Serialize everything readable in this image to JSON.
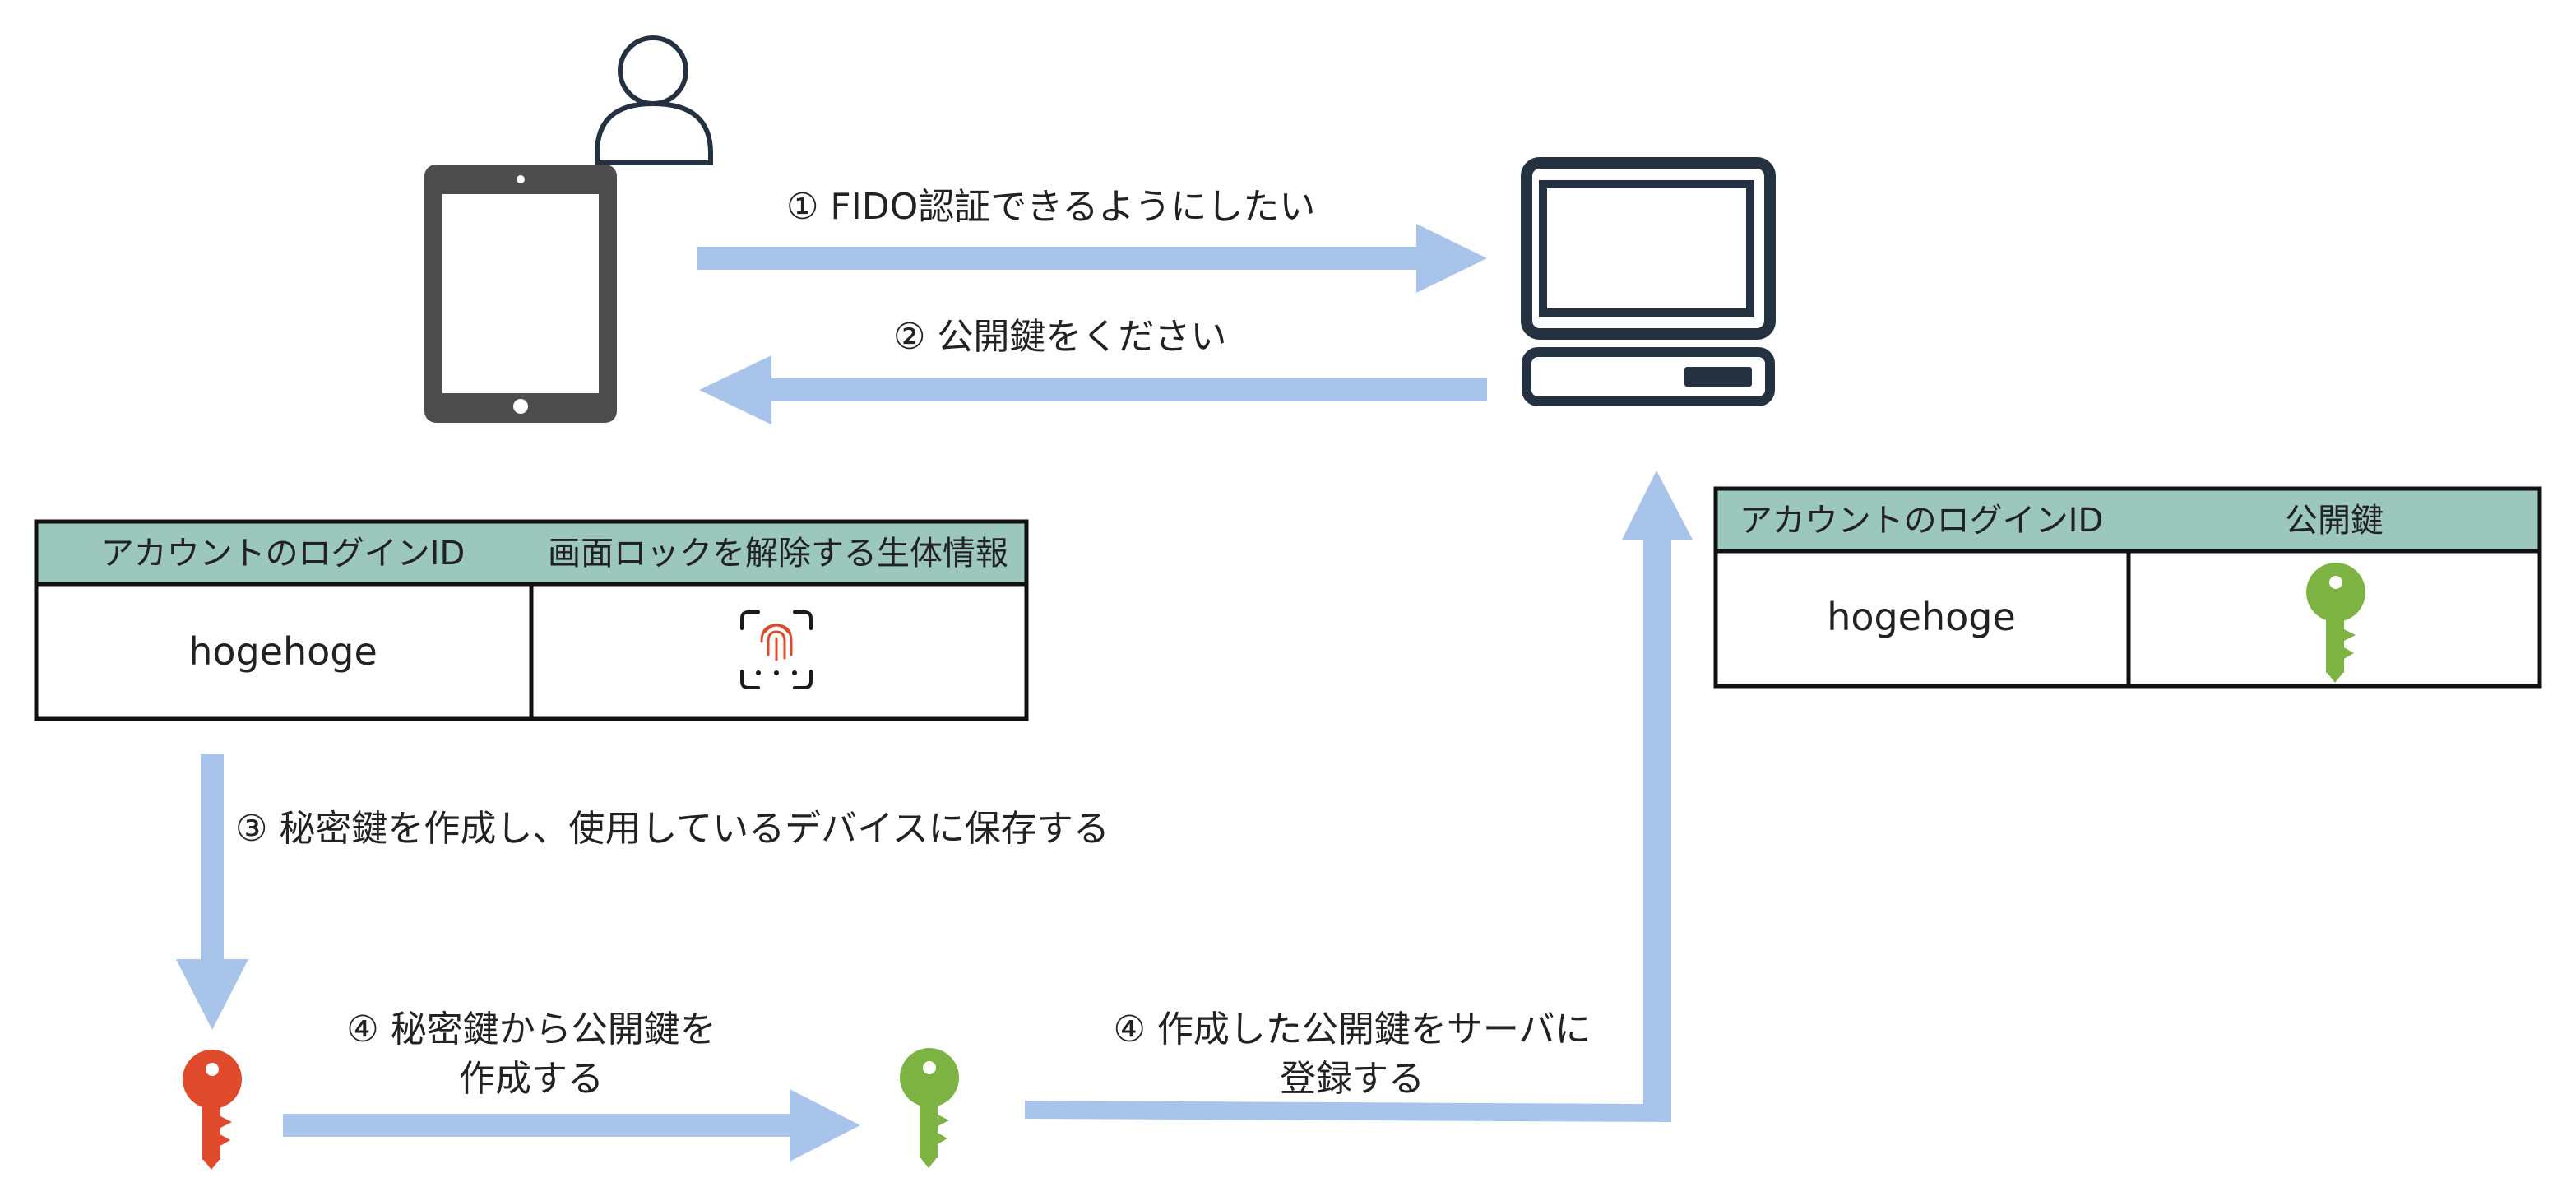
{
  "steps": {
    "step1": "① FIDO認証できるようにしたい",
    "step2": "② 公開鍵をください",
    "step3": "③ 秘密鍵を作成し、使用しているデバイスに保存する",
    "step4a_line1": "④ 秘密鍵から公開鍵を",
    "step4a_line2": "作成する",
    "step4b_line1": "④ 作成した公開鍵をサーバに",
    "step4b_line2": "登録する"
  },
  "device_table": {
    "col1_header": "アカウントのログインID",
    "col2_header": "画面ロックを解除する生体情報",
    "col1_value": "hogehoge"
  },
  "server_table": {
    "col1_header": "アカウントのログインID",
    "col2_header": "公開鍵",
    "col1_value": "hogehoge"
  },
  "colors": {
    "arrow": "#a9c4ea",
    "table_header": "#9bc7bd",
    "private_key": "#e04a2c",
    "public_key": "#7cb342",
    "tablet": "#4d4d4d",
    "computer": "#243141"
  },
  "icons": {
    "user": "user-icon",
    "tablet": "tablet-icon",
    "computer": "computer-icon",
    "fingerprint": "fingerprint-icon",
    "private_key": "private-key-icon",
    "public_key": "public-key-icon"
  }
}
